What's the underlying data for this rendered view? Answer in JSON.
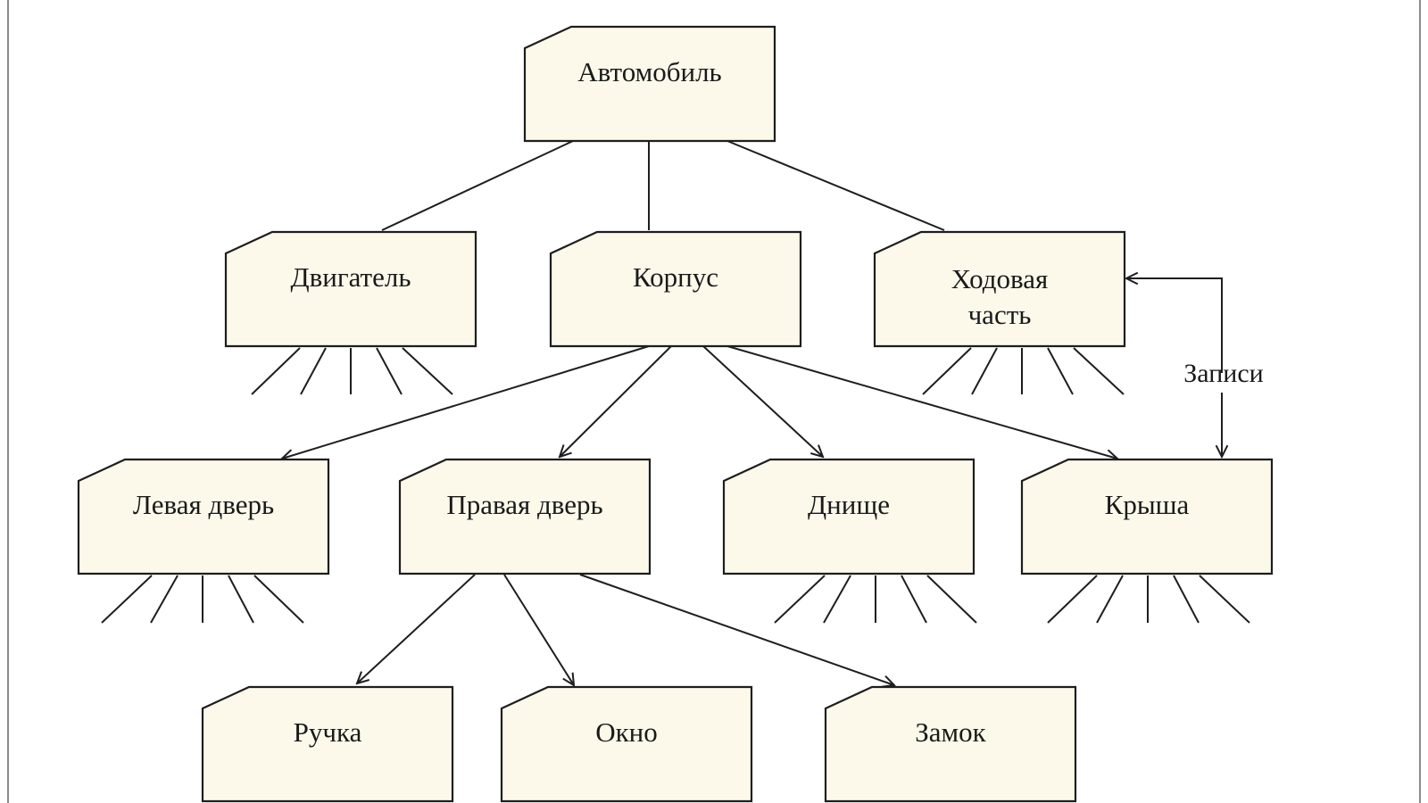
{
  "diagram": {
    "nodes": {
      "car": "Автомобиль",
      "engine": "Двигатель",
      "body": "Корпус",
      "chassis_line1": "Ходовая",
      "chassis_line2": "часть",
      "left_door": "Левая дверь",
      "right_door": "Правая дверь",
      "bottom": "Днище",
      "roof": "Крыша",
      "handle": "Ручка",
      "window": "Окно",
      "lock": "Замок"
    },
    "edge_labels": {
      "records": "Записи"
    }
  }
}
